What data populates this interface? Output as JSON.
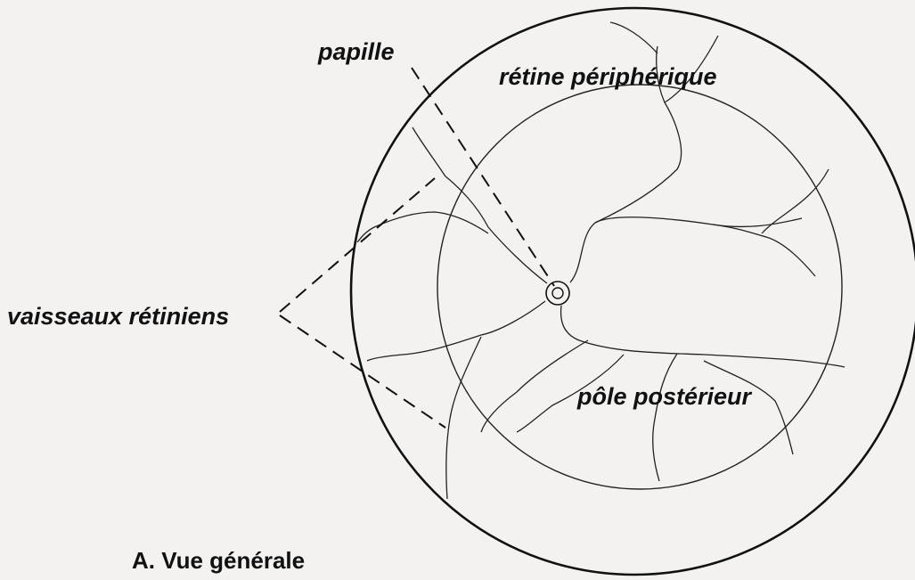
{
  "labels": {
    "papille": "papille",
    "retine_peripherique": "rétine périphérique",
    "vaisseaux_retiniens": "vaisseaux rétiniens",
    "pole_posterieur": "pôle postérieur"
  },
  "caption": "A. Vue générale",
  "colors": {
    "background": "#f3f2f1",
    "line": "#111111"
  }
}
